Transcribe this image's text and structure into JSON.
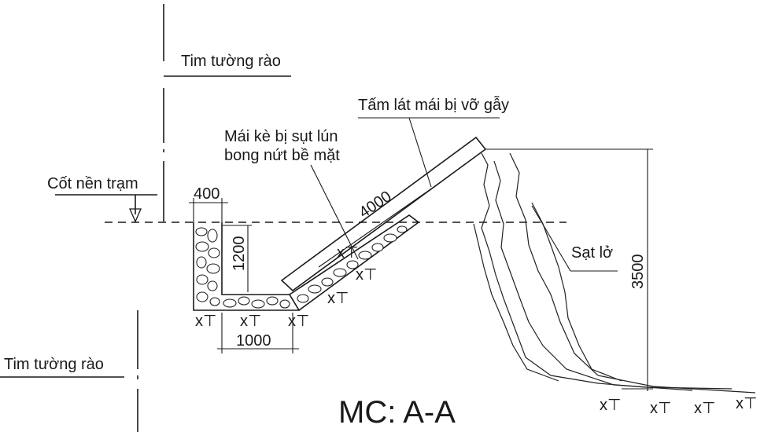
{
  "labels": {
    "axis_top": "Tim tường rào",
    "axis_bottom": "Tim tường rào",
    "ground_level": "Cốt nền trạm",
    "slab_broken": "Tấm lát mái bị vỡ gẫy",
    "slope_sink_line1": "Mái kè bị sụt lún",
    "slope_sink_line2": "bong nứt bề mặt",
    "landslide": "Sạt lở",
    "section_title": "MC: A-A"
  },
  "dimensions": {
    "width_top": "400",
    "depth": "1200",
    "width_bottom": "1000",
    "slope_length": "4000",
    "height": "3500"
  },
  "soil_symbol": "x⊤"
}
